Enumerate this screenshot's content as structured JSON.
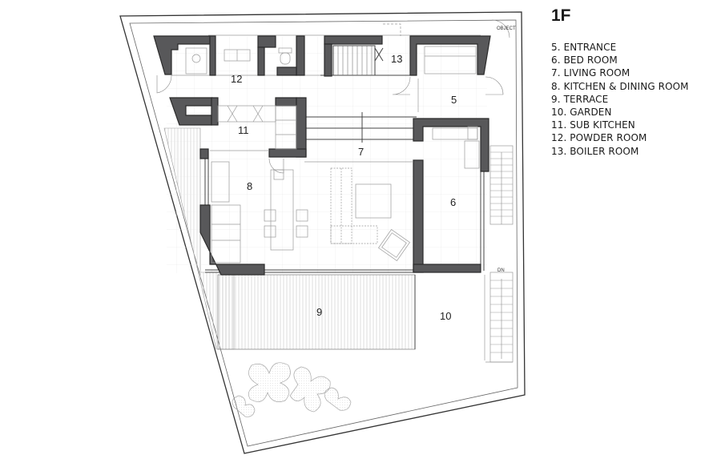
{
  "floor_label": "1F",
  "legend": [
    "5. ENTRANCE",
    "6. BED ROOM",
    "7. LIVING ROOM",
    "8. KITCHEN & DINING ROOM",
    "9. TERRACE",
    "10. GARDEN",
    "11. SUB KITCHEN",
    "12. POWDER ROOM",
    "13. BOILER ROOM"
  ],
  "room_numbers": {
    "entrance": "5",
    "bedroom": "6",
    "living": "7",
    "kitchen": "8",
    "terrace": "9",
    "garden": "10",
    "sub_kitchen": "11",
    "powder": "12",
    "boiler": "13"
  },
  "annotations": {
    "object": "OBJECT",
    "stair_down": "DN"
  }
}
